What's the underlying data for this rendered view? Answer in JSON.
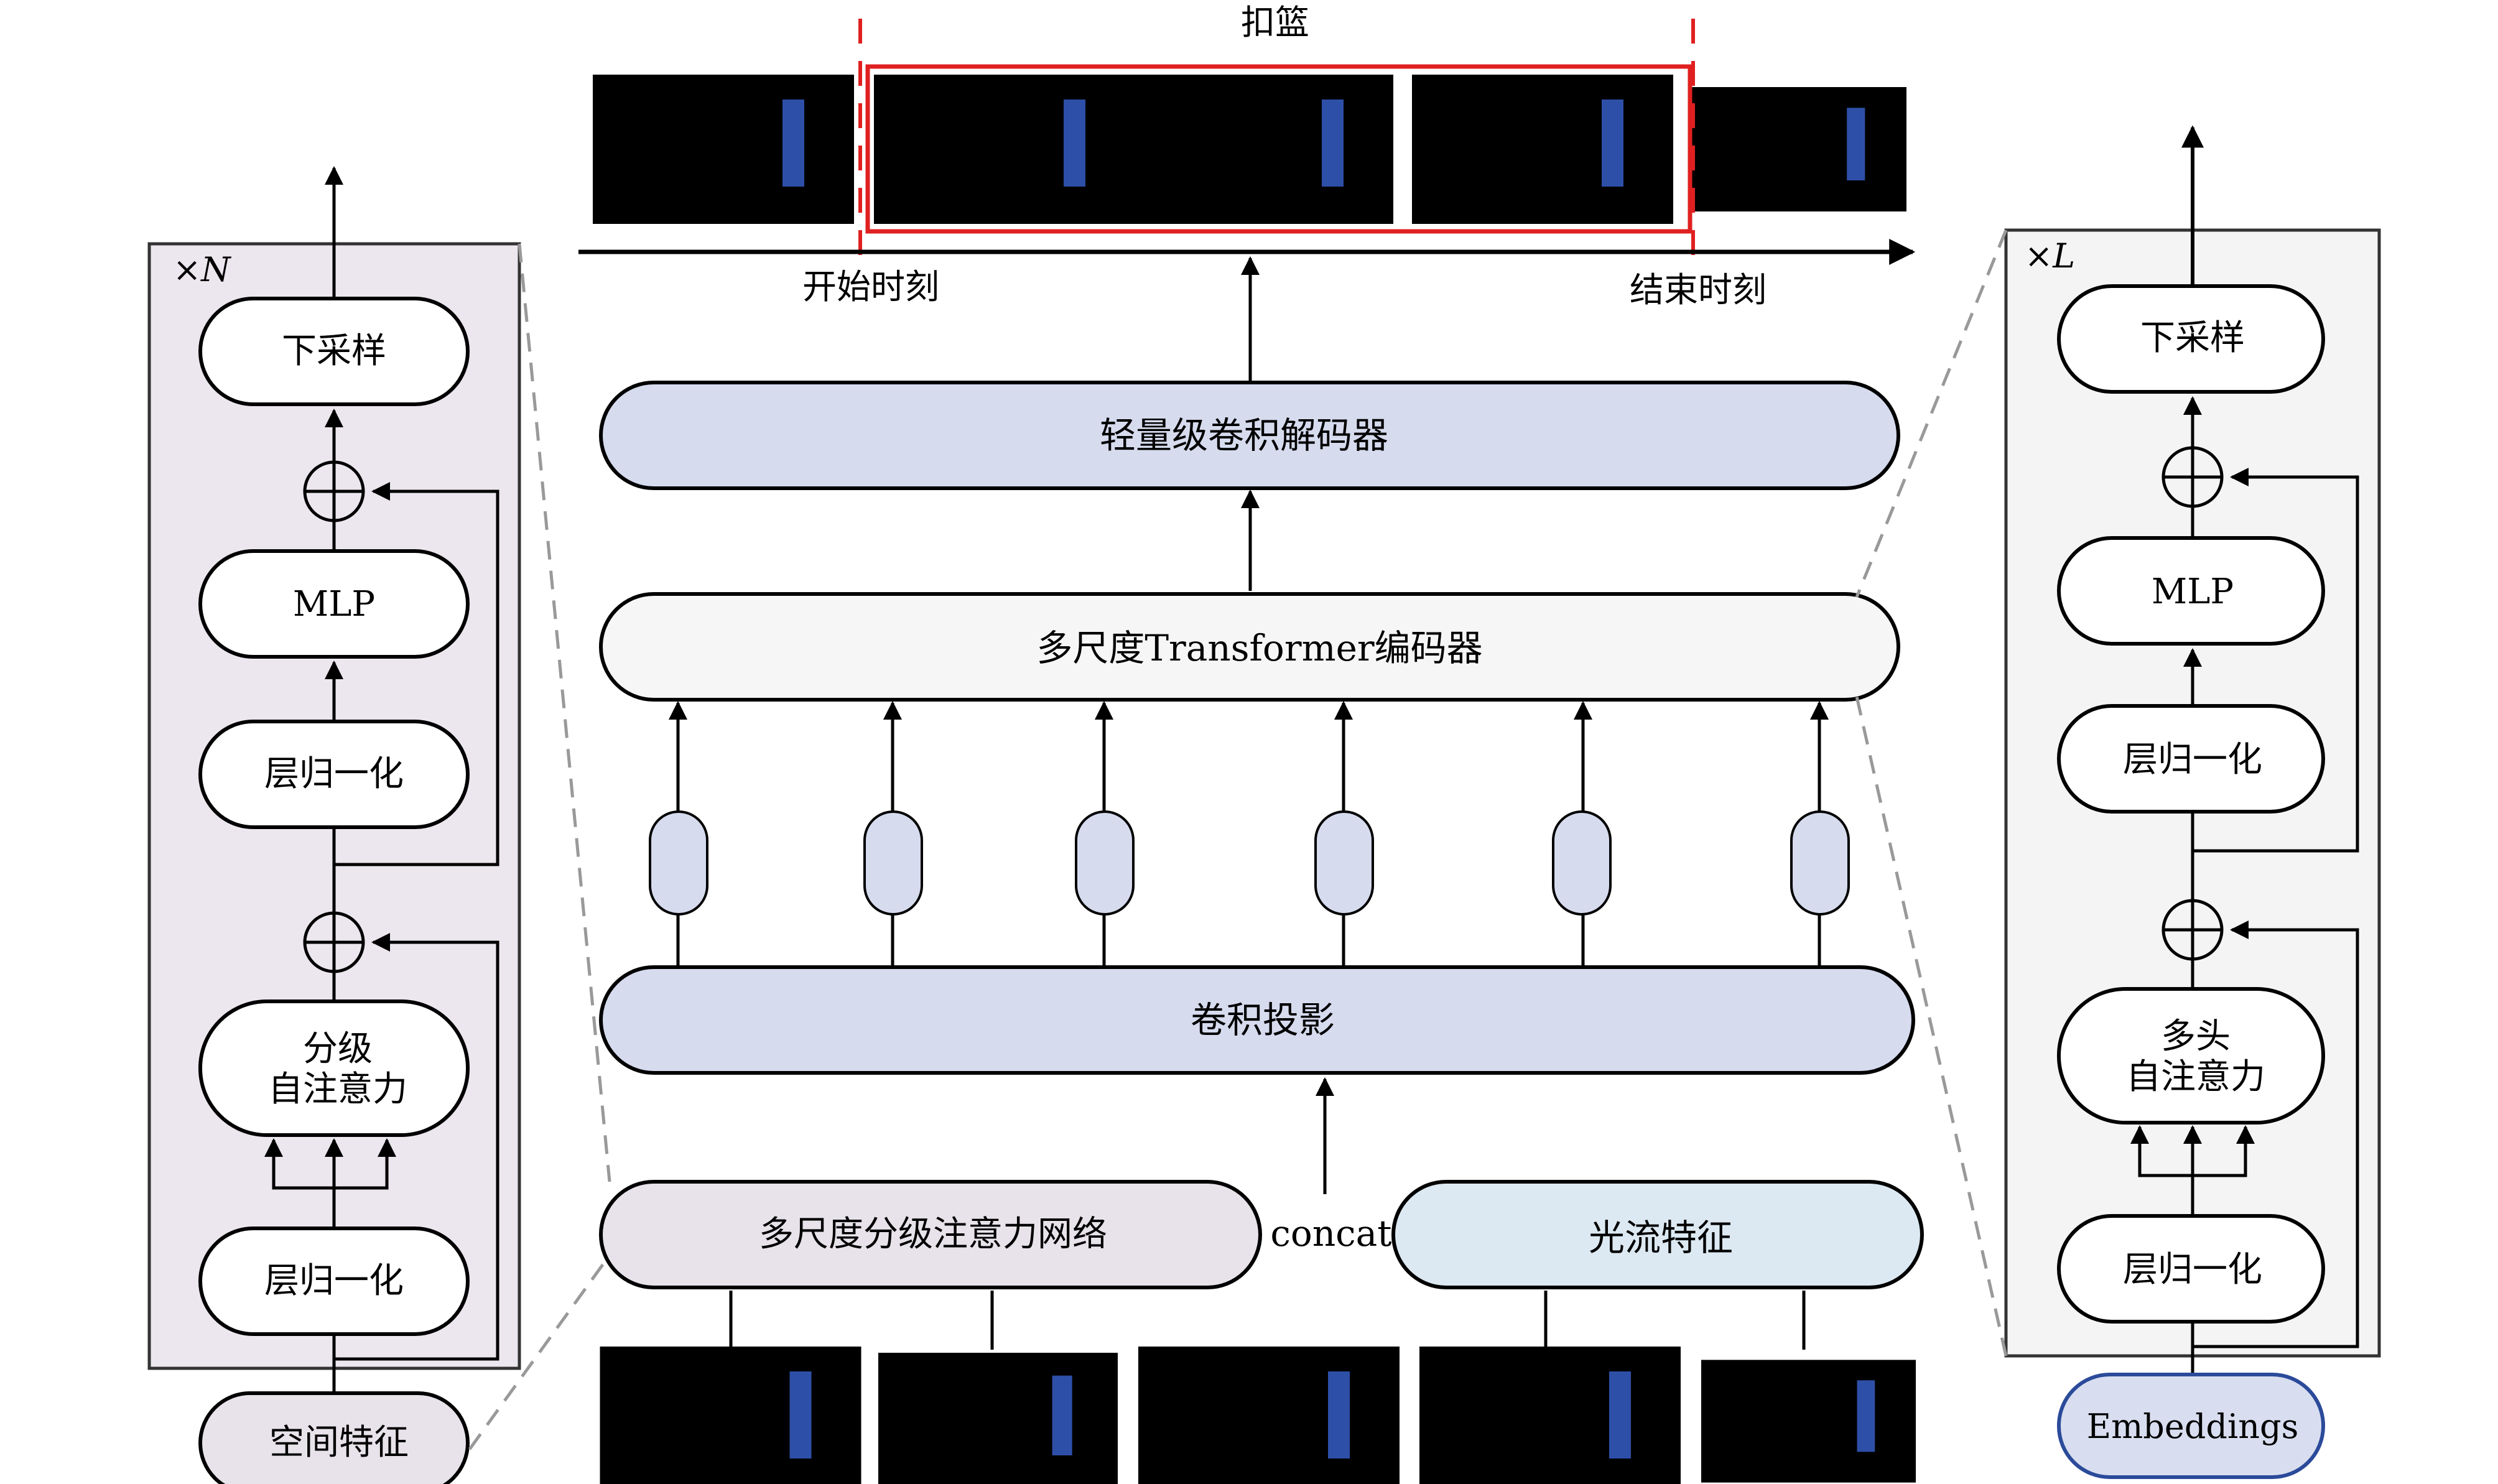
{
  "timeline": {
    "dunk_label": "扣篮",
    "start_label": "开始时刻",
    "end_label": "结束时刻"
  },
  "center": {
    "decoder": "轻量级卷积解码器",
    "encoder": "多尺度Transformer编码器",
    "projection": "卷积投影",
    "hierarchical_net": "多尺度分级注意力网络",
    "concat": "concat",
    "optical_flow": "光流特征"
  },
  "left_block": {
    "repeat": "N",
    "downsample": "下采样",
    "mlp": "MLP",
    "layernorm_top": "层归一化",
    "attention_line1": "分级",
    "attention_line2": "自注意力",
    "layernorm_bottom": "层归一化",
    "input": "空间特征"
  },
  "right_block": {
    "repeat": "L",
    "downsample": "下采样",
    "mlp": "MLP",
    "layernorm_top": "层归一化",
    "attention_line1": "多头",
    "attention_line2": "自注意力",
    "layernorm_bottom": "层归一化",
    "input": "Embeddings"
  },
  "colors": {
    "lavender": "#d6dbee",
    "mauve": "#e8e3ea",
    "light_blue": "#dce9f2",
    "embed_blue": "#d8deef",
    "panel_gray": "#f4f4f4",
    "highlight_red": "#e02020"
  }
}
